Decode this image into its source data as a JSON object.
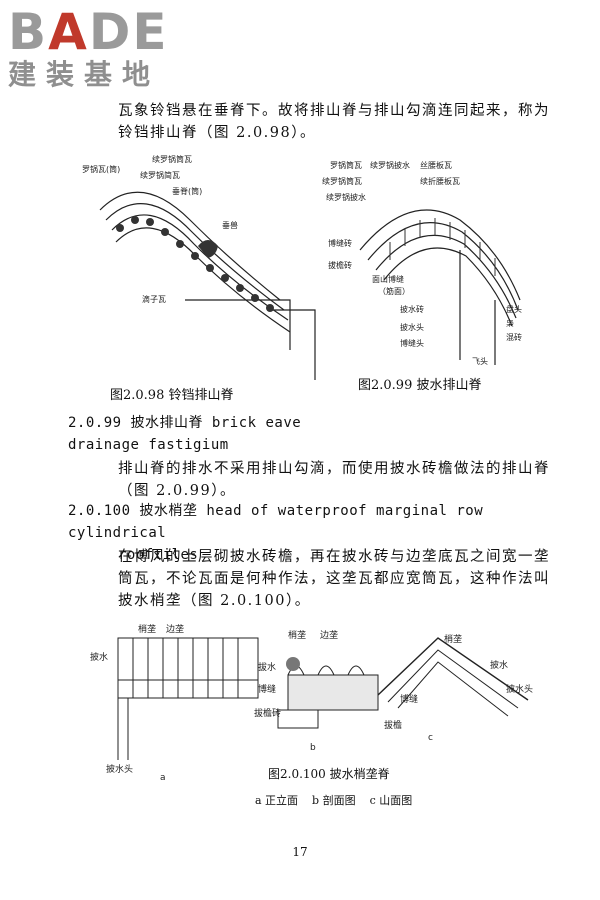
{
  "logo": {
    "brand_left": "B",
    "brand_accent": "A",
    "brand_right": "DE",
    "cn": "建装基地"
  },
  "paragraphs": {
    "intro": "瓦象铃铛悬在垂脊下。故将排山脊与排山勾滴连同起来，称为铃铛排山脊（图 2.0.98）。",
    "p_2_0_99": "排山脊的排水不采用排山勾滴，而使用披水砖檐做法的排山脊（图 2.0.99）。",
    "p_2_0_100": "在博风的上层砌披水砖檐，再在披水砖与边垄底瓦之间宽一垄筒瓦，不论瓦面是何种作法，这垄瓦都应宽筒瓦，这种作法叫披水梢垄（图 2.0.100）。"
  },
  "headings": {
    "h_2_0_99_a": "2.0.99 披水排山脊 brick eave",
    "h_2_0_99_b": "drainage fastigium",
    "h_2_0_100_a": "2.0.100 披水梢垄 head of waterproof marginal row cylindrical",
    "h_2_0_100_b": "rooftiles"
  },
  "figures": {
    "fig98": {
      "caption": "图2.0.98  铃铛排山脊",
      "labels": [
        "罗锅瓦(筒)",
        "续罗锅筒瓦",
        "续罗锅简瓦",
        "垂脊(筒)",
        "垂兽",
        "滴子瓦"
      ]
    },
    "fig99": {
      "caption": "图2.0.99  披水排山脊",
      "labels": [
        "罗锅筒瓦",
        "续罗锅披水",
        "丝腰板瓦",
        "续罗锅筒瓦",
        "续折腰板瓦",
        "续罗锅披水",
        "博缝砖",
        "拔檐砖",
        "面山博缝",
        "（筋面）",
        "披水砖",
        "披水头",
        "博缝头",
        "盘头",
        "枭",
        "混砖",
        "飞头"
      ]
    },
    "fig100": {
      "caption": "图2.0.100  披水梢垄脊",
      "sub_caption": "a 正立面    b 剖面图    c 山面图",
      "labels_a": [
        "梢垄",
        "边垄",
        "披水",
        "披水头"
      ],
      "labels_b": [
        "梢垄",
        "边垄",
        "拔水",
        "博缝",
        "拔檐砖"
      ],
      "labels_c": [
        "梢垄",
        "披水",
        "博缝",
        "拔檐",
        "披水头"
      ],
      "panel_letters": [
        "a",
        "b",
        "c"
      ]
    }
  },
  "page_number": "17"
}
